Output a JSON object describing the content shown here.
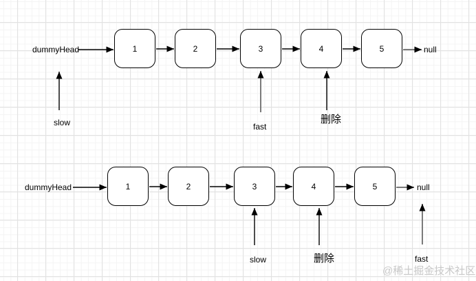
{
  "diagrams": {
    "top": {
      "head_label": "dummyHead",
      "nodes": [
        "1",
        "2",
        "3",
        "4",
        "5"
      ],
      "tail_label": "null",
      "pointers": [
        {
          "label": "slow",
          "points_to": "dummyHead"
        },
        {
          "label": "fast",
          "points_to": "3"
        },
        {
          "label": "删除",
          "points_to": "4"
        }
      ]
    },
    "bottom": {
      "head_label": "dummyHead",
      "nodes": [
        "1",
        "2",
        "3",
        "4",
        "5"
      ],
      "tail_label": "null",
      "pointers": [
        {
          "label": "slow",
          "points_to": "3"
        },
        {
          "label": "删除",
          "points_to": "4"
        },
        {
          "label": "fast",
          "points_to": "null"
        }
      ]
    }
  },
  "watermark": "@稀土掘金技术社区",
  "colors": {
    "node_border": "#000000",
    "arrow_black": "#000000",
    "arrow_gray": "#7a7a7a",
    "grid_major": "#e2e2e2",
    "grid_minor": "#f4f4f4",
    "watermark": "#c8c8c8"
  }
}
